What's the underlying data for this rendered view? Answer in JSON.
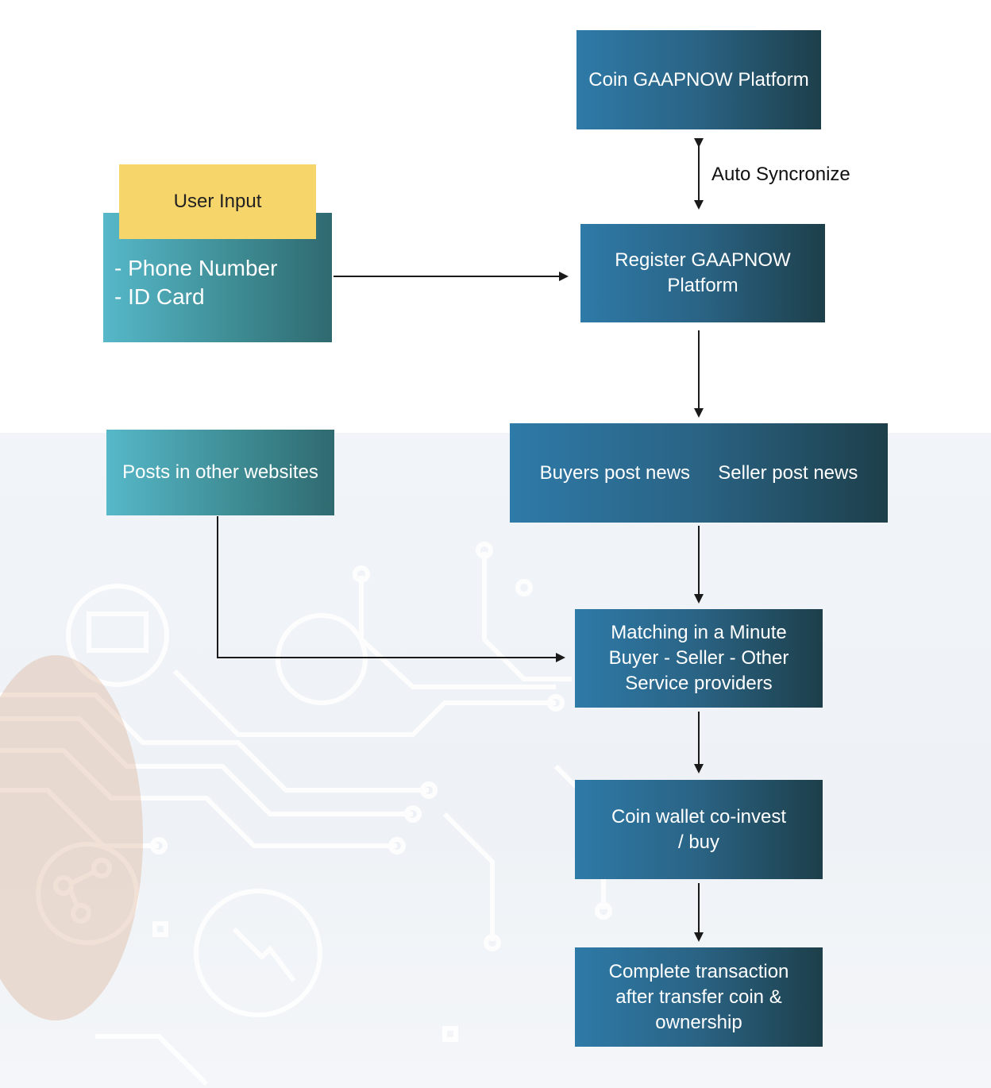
{
  "nodes": {
    "coin_platform": "Coin GAAPNOW Platform",
    "user_input_title": "User Input",
    "user_input_items": [
      "- Phone Number",
      "- ID Card"
    ],
    "register": "Register GAAPNOW\nPlatform",
    "posts_other": "Posts in other websites",
    "buyers_news": "Buyers post news",
    "seller_news": "Seller post news",
    "matching": "Matching in a Minute\nBuyer - Seller - Other\nService providers",
    "wallet": "Coin wallet co-invest\n/ buy",
    "complete": "Complete transaction\nafter transfer coin &\nownership"
  },
  "edges": {
    "sync_label": "Auto Syncronize"
  },
  "colors": {
    "node_blue_start": "#2e7aa8",
    "node_blue_end": "#1d3f4a",
    "node_teal_start": "#56b8c9",
    "node_teal_end": "#2f6a70",
    "header_yellow": "#f6d56a",
    "arrow": "#1a1a1a"
  }
}
